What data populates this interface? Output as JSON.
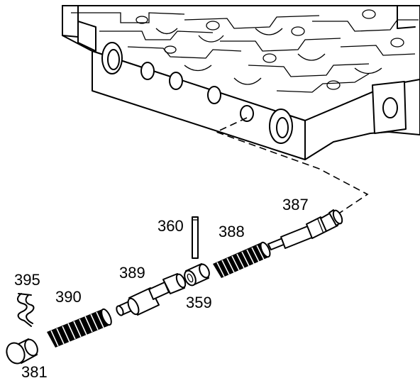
{
  "labels": {
    "p395": "395",
    "p390": "390",
    "p381": "381",
    "p389": "389",
    "p360": "360",
    "p359": "359",
    "p388": "388",
    "p387": "387"
  },
  "colors": {
    "ink": "#000000",
    "paper": "#ffffff"
  }
}
